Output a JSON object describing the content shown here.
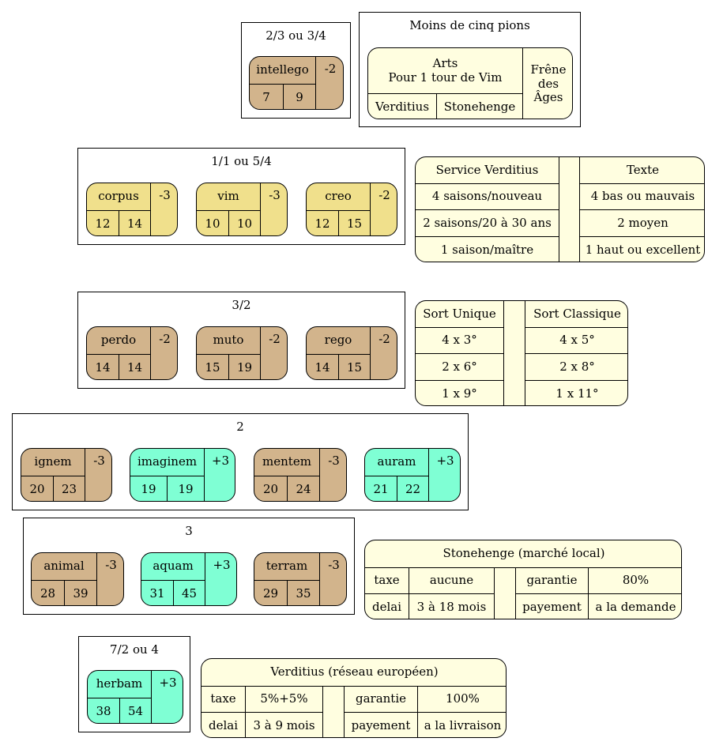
{
  "colors": {
    "tan": "#d2b48c",
    "aquamarine": "#7fffd4",
    "khaki": "#f0e08c",
    "cream": "#fffee0"
  },
  "clusters": {
    "c1": {
      "title": "2/3 ou 3/4"
    },
    "c2": {
      "title": "Moins de cinq pions"
    },
    "c3": {
      "title": "1/1 ou 5/4"
    },
    "c4": {
      "title": "3/2"
    },
    "c5": {
      "title": "2"
    },
    "c6": {
      "title": "3"
    },
    "c7": {
      "title": "7/2 ou 4"
    }
  },
  "arts": {
    "intellego": {
      "name": "intellego",
      "mod": "-2",
      "a": "7",
      "b": "9"
    },
    "corpus": {
      "name": "corpus",
      "mod": "-3",
      "a": "12",
      "b": "14"
    },
    "vim": {
      "name": "vim",
      "mod": "-3",
      "a": "10",
      "b": "10"
    },
    "creo": {
      "name": "creo",
      "mod": "-2",
      "a": "12",
      "b": "15"
    },
    "perdo": {
      "name": "perdo",
      "mod": "-2",
      "a": "14",
      "b": "14"
    },
    "muto": {
      "name": "muto",
      "mod": "-2",
      "a": "15",
      "b": "19"
    },
    "rego": {
      "name": "rego",
      "mod": "-2",
      "a": "14",
      "b": "15"
    },
    "ignem": {
      "name": "ignem",
      "mod": "-3",
      "a": "20",
      "b": "23"
    },
    "imaginem": {
      "name": "imaginem",
      "mod": "+3",
      "a": "19",
      "b": "19"
    },
    "mentem": {
      "name": "mentem",
      "mod": "-3",
      "a": "20",
      "b": "24"
    },
    "auram": {
      "name": "auram",
      "mod": "+3",
      "a": "21",
      "b": "22"
    },
    "animal": {
      "name": "animal",
      "mod": "-3",
      "a": "28",
      "b": "39"
    },
    "aquam": {
      "name": "aquam",
      "mod": "+3",
      "a": "31",
      "b": "45"
    },
    "terram": {
      "name": "terram",
      "mod": "-3",
      "a": "29",
      "b": "35"
    },
    "herbam": {
      "name": "herbam",
      "mod": "+3",
      "a": "38",
      "b": "54"
    }
  },
  "artsNode": {
    "line1": "Arts",
    "line2": "Pour 1 tour de Vim",
    "left": "Verditius",
    "right": "Stonehenge",
    "side": [
      "Frêne",
      "des",
      "Âges"
    ]
  },
  "service": {
    "h1": "Service Verditius",
    "h2": "Texte",
    "left": [
      "4 saisons/nouveau",
      "2 saisons/20 à 30 ans",
      "1 saison/maître"
    ],
    "right": [
      "4 bas ou mauvais",
      "2 moyen",
      "1 haut ou excellent"
    ]
  },
  "sort": {
    "h1": "Sort Unique",
    "h2": "Sort Classique",
    "left": [
      "4 x 3°",
      "2 x 6°",
      "1 x 9°"
    ],
    "right": [
      "4 x 5°",
      "2 x 8°",
      "1 x 11°"
    ]
  },
  "stonehenge": {
    "title": "Stonehenge (marché local)",
    "r1": [
      "taxe",
      "aucune",
      "garantie",
      "80%"
    ],
    "r2": [
      "delai",
      "3 à 18 mois",
      "payement",
      "a la demande"
    ]
  },
  "verditius": {
    "title": "Verditius (réseau européen)",
    "r1": [
      "taxe",
      "5%+5%",
      "garantie",
      "100%"
    ],
    "r2": [
      "delai",
      "3 à 9 mois",
      "payement",
      "a la livraison"
    ]
  }
}
